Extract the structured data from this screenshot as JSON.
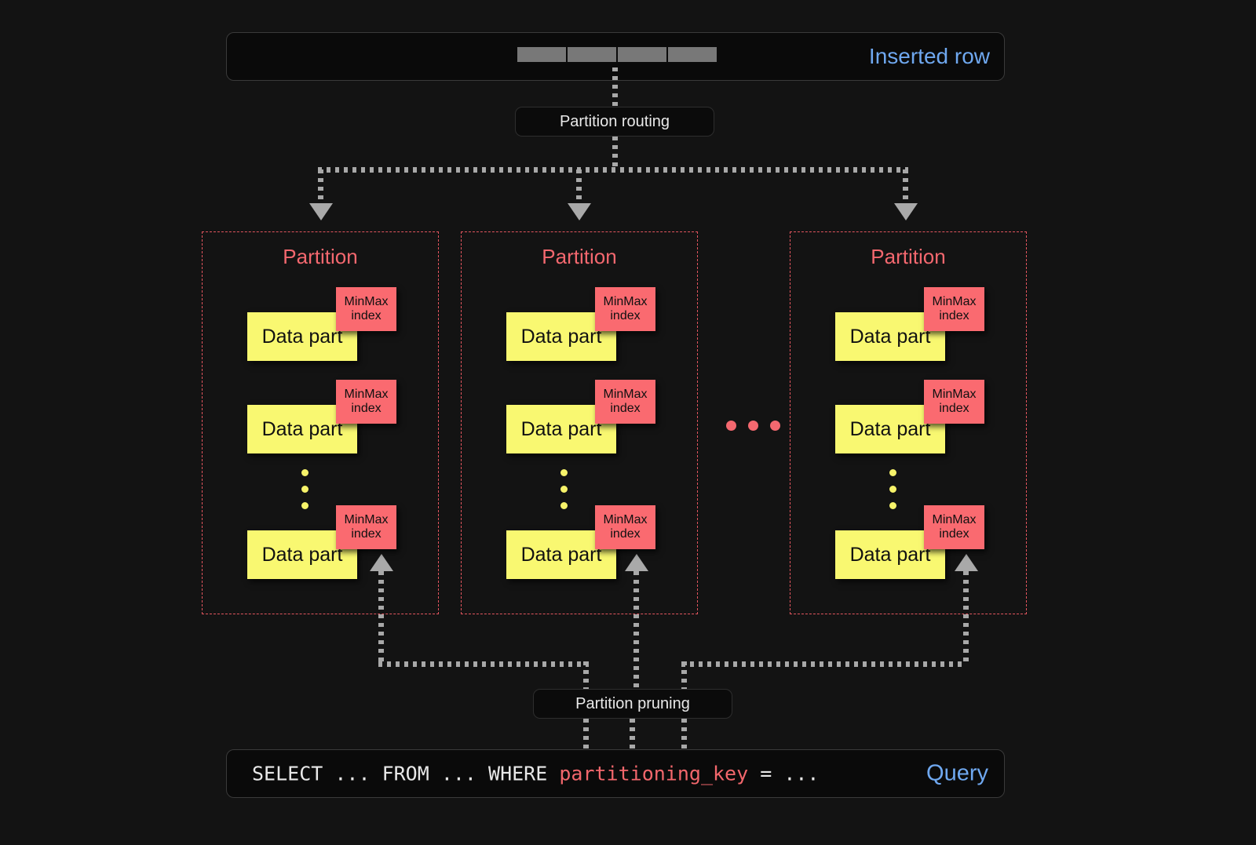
{
  "diagram": {
    "title": "ClickHouse partitioning: insert routing and partition pruning",
    "background_color": "#131313"
  },
  "inserted_row": {
    "label": "Inserted row",
    "label_color": "#6fa8f0",
    "cell_count": 4,
    "cell_color": "#787878"
  },
  "partition_routing": {
    "label": "Partition routing"
  },
  "partitions": [
    {
      "title": "Partition",
      "data_parts": [
        {
          "label": "Data part",
          "index_label_line1": "MinMax",
          "index_label_line2": "index"
        },
        {
          "label": "Data part",
          "index_label_line1": "MinMax",
          "index_label_line2": "index"
        },
        {
          "label": "Data part",
          "index_label_line1": "MinMax",
          "index_label_line2": "index"
        }
      ],
      "has_vertical_ellipsis": true
    },
    {
      "title": "Partition",
      "data_parts": [
        {
          "label": "Data part",
          "index_label_line1": "MinMax",
          "index_label_line2": "index"
        },
        {
          "label": "Data part",
          "index_label_line1": "MinMax",
          "index_label_line2": "index"
        },
        {
          "label": "Data part",
          "index_label_line1": "MinMax",
          "index_label_line2": "index"
        }
      ],
      "has_vertical_ellipsis": true
    },
    {
      "title": "Partition",
      "data_parts": [
        {
          "label": "Data part",
          "index_label_line1": "MinMax",
          "index_label_line2": "index"
        },
        {
          "label": "Data part",
          "index_label_line1": "MinMax",
          "index_label_line2": "index"
        },
        {
          "label": "Data part",
          "index_label_line1": "MinMax",
          "index_label_line2": "index"
        }
      ],
      "has_vertical_ellipsis": true
    }
  ],
  "partitions_ellipsis": {
    "dot_count": 3,
    "dot_color": "#f4686f"
  },
  "partition_pruning": {
    "label": "Partition pruning"
  },
  "query": {
    "prefix": "SELECT ... FROM ... WHERE ",
    "keyword": "partitioning_key",
    "suffix": " = ...",
    "label": "Query",
    "label_color": "#6fa8f0",
    "keyword_color": "#f2676c"
  },
  "colors": {
    "partition_border": "#e2555e",
    "partition_title": "#f4686f",
    "data_part_fill": "#f9f871",
    "minmax_fill": "#fa6a70",
    "connector": "#a8a8a8"
  }
}
